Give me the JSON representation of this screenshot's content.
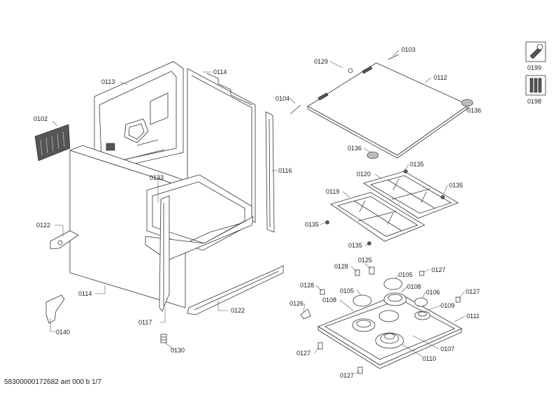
{
  "document": {
    "footer": "58300000172682 aet 000 b 1/7"
  },
  "legend": [
    {
      "code": "0199",
      "icon": "tools-icon"
    },
    {
      "code": "0198",
      "icon": "screws-icon"
    }
  ],
  "labels": {
    "p0102": "0102",
    "p0113": "0113",
    "p0114a": "0114",
    "p0114b": "0114",
    "p0133": "0133",
    "p0116": "0116",
    "p0122a": "0122",
    "p0122b": "0122",
    "p0117": "0117",
    "p0140": "0140",
    "p0130": "0130",
    "p0129": "0129",
    "p0103": "0103",
    "p0104": "0104",
    "p0112": "0112",
    "p0136a": "0136",
    "p0136b": "0136",
    "p0135a": "0135",
    "p0135b": "0135",
    "p0135c": "0135",
    "p0135d": "0135",
    "p0120": "0120",
    "p0119": "0119",
    "p0128a": "0128",
    "p0125": "0125",
    "p0105a": "0105",
    "p0127a": "0127",
    "p0128b": "0128",
    "p0105b": "0105",
    "p0108a": "0108",
    "p0106": "0106",
    "p0127b": "0127",
    "p0126": "0126",
    "p0108b": "0108",
    "p0109": "0109",
    "p0111": "0111",
    "p0107": "0107",
    "p0110": "0110",
    "p0127c": "0127",
    "p0127d": "0127"
  }
}
